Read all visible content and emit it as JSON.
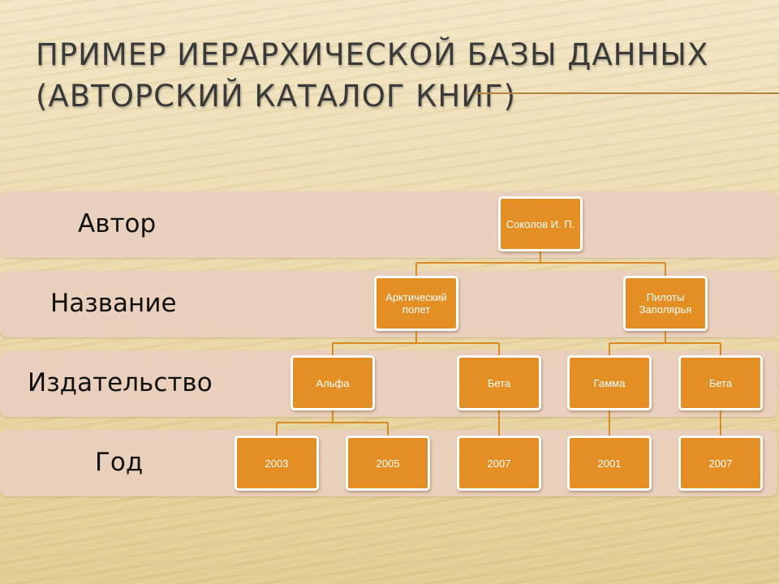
{
  "title": {
    "line1": "ПРИМЕР ИЕРАРХИЧЕСКОЙ БАЗЫ ДАННЫХ",
    "line2": "(АВТОРСКИЙ КАТАЛОГ КНИГ)"
  },
  "levels": [
    "Автор",
    "Название",
    "Издательство",
    "Год"
  ],
  "tree": {
    "author": "Соколов И. П.",
    "books": [
      {
        "title": "Арктический полет",
        "publishers": [
          {
            "name": "Альфа",
            "years": [
              "2003",
              "2005"
            ]
          },
          {
            "name": "Бета",
            "years": [
              "2007"
            ]
          }
        ]
      },
      {
        "title": "Пилоты Заполярья",
        "publishers": [
          {
            "name": "Гамма",
            "years": [
              "2001"
            ]
          },
          {
            "name": "Бета",
            "years": [
              "2007"
            ]
          }
        ]
      }
    ]
  },
  "colors": {
    "node_fill": "#e48f23",
    "node_border": "#ffffff",
    "band_fill": "#e9cfbe",
    "connector": "#d98a22",
    "title_text": "#3a3a3a"
  }
}
